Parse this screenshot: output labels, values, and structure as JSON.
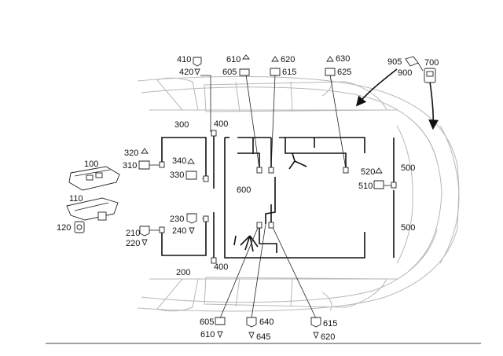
{
  "labels": {
    "l100": "100",
    "l110": "110",
    "l120": "120",
    "l200": "200",
    "l210": "210",
    "l220": "220",
    "l230": "230",
    "l240": "240",
    "l300": "300",
    "l310": "310",
    "l320": "320",
    "l330": "330",
    "l340": "340",
    "l400a": "400",
    "l400b": "400",
    "l410": "410",
    "l420": "420",
    "l500a": "500",
    "l500b": "500",
    "l510": "510",
    "l520": "520",
    "l600": "600",
    "l605a": "605",
    "l605b": "605",
    "l610a": "610",
    "l610b": "610",
    "l615a": "615",
    "l615b": "615",
    "l620a": "620",
    "l620b": "620",
    "l625": "625",
    "l630": "630",
    "l640": "640",
    "l645": "645",
    "l700": "700",
    "l900": "900",
    "l905": "905"
  },
  "icons": [
    "connector-icon",
    "bulb-icon",
    "plug-icon",
    "control-module-icon",
    "lamp-housing-icon"
  ]
}
